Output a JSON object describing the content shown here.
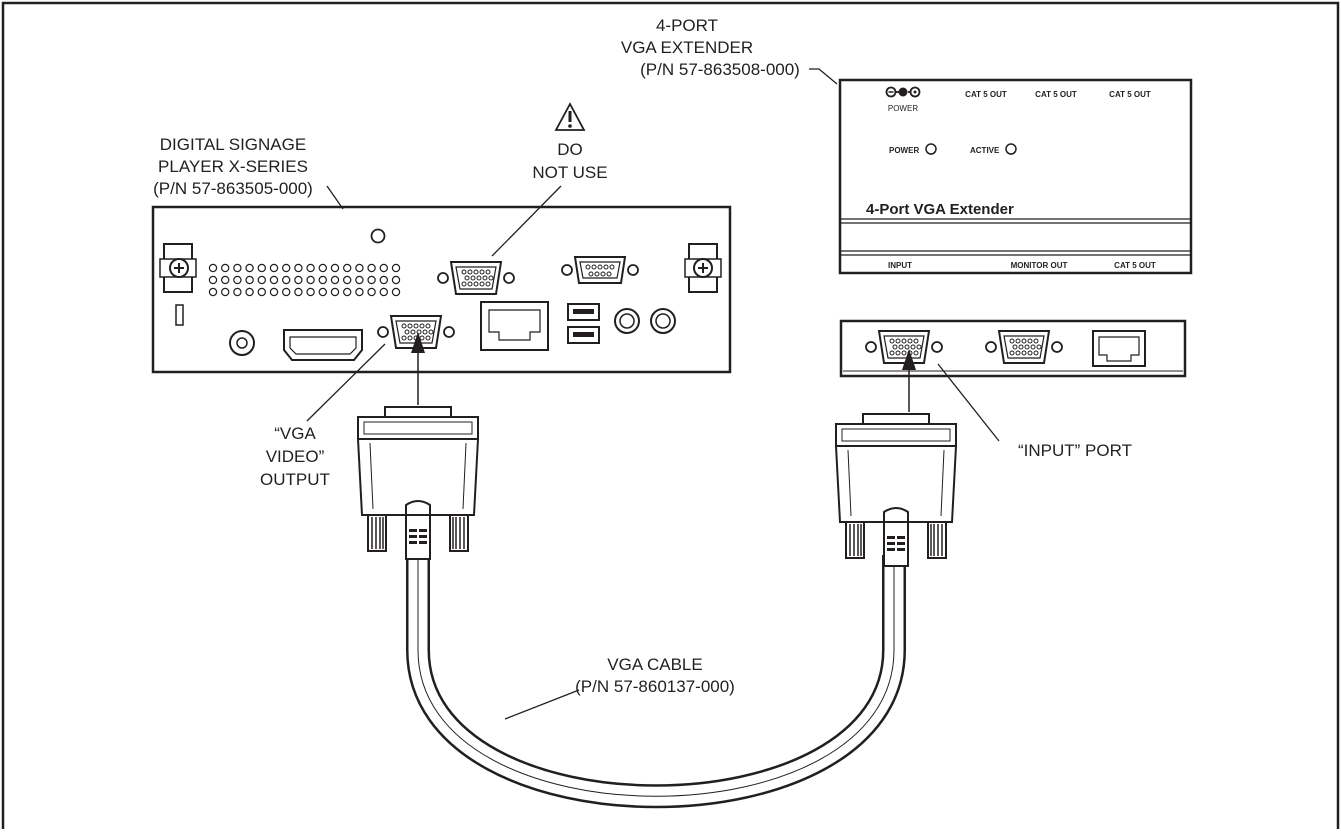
{
  "labels": {
    "extender": [
      "4-PORT",
      "VGA EXTENDER",
      "(P/N 57-863508-000)"
    ],
    "player": [
      "DIGITAL SIGNAGE",
      "PLAYER X-SERIES",
      "(P/N 57-863505-000)"
    ],
    "warning": [
      "DO",
      "NOT USE"
    ],
    "vga_output": [
      "“VGA",
      "VIDEO”",
      "OUTPUT"
    ],
    "input_port": "“INPUT”  PORT",
    "cable": [
      "VGA CABLE",
      "(P/N 57-860137-000)"
    ]
  },
  "extender_panel": {
    "power_jack": "POWER",
    "cat5_out": [
      "CAT 5 OUT",
      "CAT 5 OUT",
      "CAT 5 OUT"
    ],
    "power_led": "POWER",
    "active_led": "ACTIVE",
    "title": "4-Port VGA Extender",
    "bottom": [
      "INPUT",
      "MONITOR OUT",
      "CAT 5 OUT"
    ]
  }
}
